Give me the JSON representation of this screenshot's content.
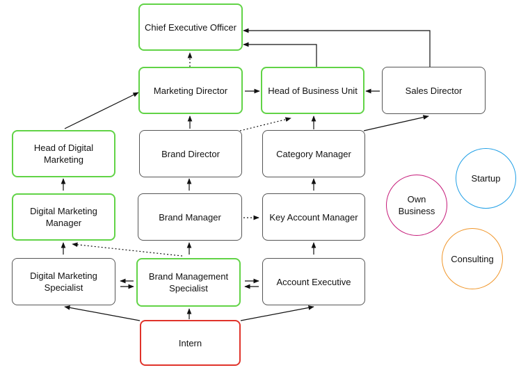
{
  "nodes": {
    "ceo": "Chief Executive Officer",
    "marketing_director": "Marketing Director",
    "head_business_unit": "Head of Business Unit",
    "sales_director": "Sales Director",
    "head_digital_marketing": "Head of Digital\nMarketing",
    "brand_director": "Brand Director",
    "category_manager": "Category Manager",
    "digital_marketing_manager": "Digital Marketing\nManager",
    "brand_manager": "Brand Manager",
    "key_account_manager": "Key Account Manager",
    "digital_marketing_specialist": "Digital Marketing\nSpecialist",
    "brand_management_specialist": "Brand Management\nSpecialist",
    "account_executive": "Account Executive",
    "intern": "Intern"
  },
  "alternatives": {
    "own_business": "Own\nBusiness",
    "startup": "Startup",
    "consulting": "Consulting"
  },
  "colors": {
    "highlight_border": "#61d346",
    "start_border": "#e0332a",
    "default_border": "#555555",
    "own_business_ring": "#c51a79",
    "startup_ring": "#1f9fe6",
    "consulting_ring": "#f0962a"
  }
}
